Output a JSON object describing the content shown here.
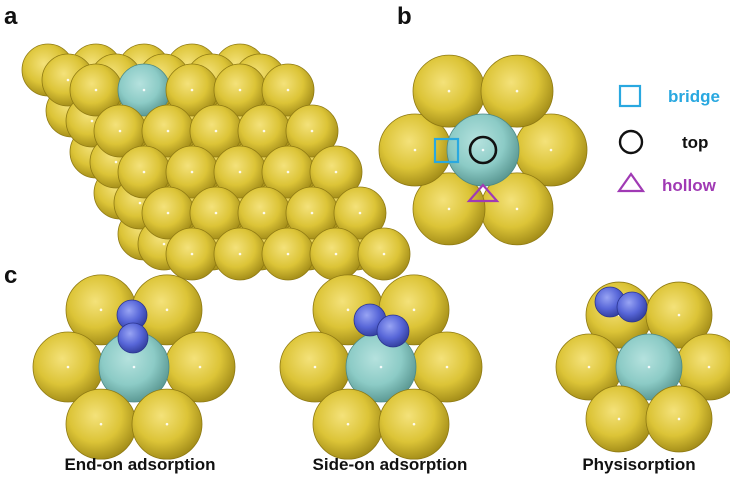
{
  "panels": {
    "a": {
      "label": "a"
    },
    "b": {
      "label": "b"
    },
    "c": {
      "label": "c"
    }
  },
  "legend": {
    "bridge": {
      "label": "bridge",
      "color": "#29a8e0",
      "icon": "square-outline-icon"
    },
    "top": {
      "label": "top",
      "color": "#111111",
      "icon": "circle-outline-icon"
    },
    "hollow": {
      "label": "hollow",
      "color": "#a03ab4",
      "icon": "triangle-outline-icon"
    }
  },
  "captions": {
    "end_on": "End-on adsorption",
    "side_on": "Side-on adsorption",
    "physisorption": "Physisorption"
  },
  "colors": {
    "host_atom": "#dcc437",
    "dopant_atom": "#8ccbc6",
    "adsorbate_atom": "#5766d8"
  }
}
